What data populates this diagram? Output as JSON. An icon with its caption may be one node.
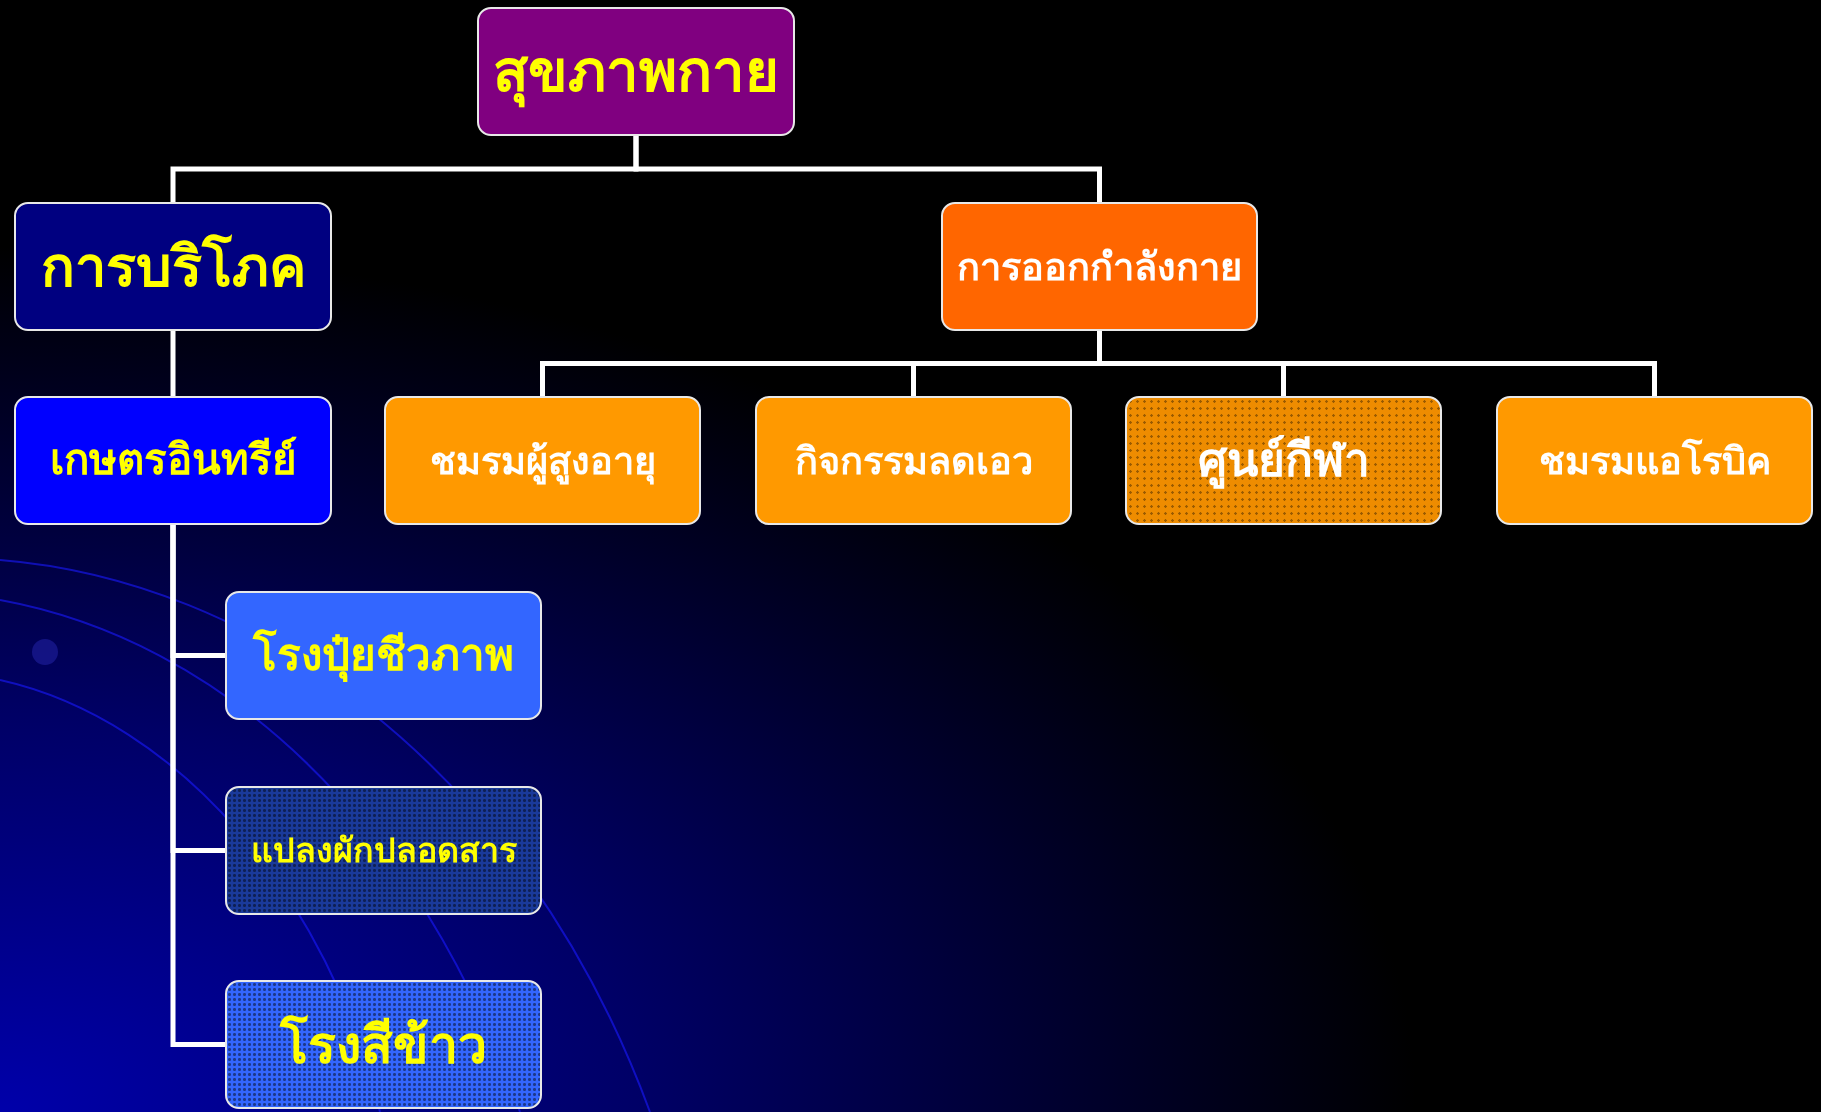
{
  "diagram": {
    "nodes": [
      {
        "text": [
          "สุขภาพกาย"
        ]
      },
      {
        "text": [
          "การบริโภค"
        ]
      },
      {
        "text": [
          "การออกกำลังกาย"
        ]
      },
      {
        "text": [
          "เกษตรอินทรีย์"
        ]
      },
      {
        "text": [
          "ชมรมผู้สูงอายุ"
        ]
      },
      {
        "text": [
          "กิจกรรมลดเอว"
        ]
      },
      {
        "text": [
          "ศูนย์กีฬา"
        ]
      },
      {
        "text": [
          "ชมรมแอโรบิค"
        ]
      },
      {
        "text": [
          "โรงปุ๋ยชีวภาพ"
        ]
      },
      {
        "text": [
          "แปลงผักปลอดสาร"
        ]
      },
      {
        "text": [
          "โรงสีข้าว"
        ]
      }
    ],
    "edges": [
      {
        "from": 0,
        "to": 1,
        "arrow": "none"
      },
      {
        "from": 0,
        "to": 2,
        "arrow": "none"
      },
      {
        "from": 1,
        "to": 3,
        "arrow": "none"
      },
      {
        "from": 2,
        "to": 4,
        "arrow": "none"
      },
      {
        "from": 2,
        "to": 5,
        "arrow": "none"
      },
      {
        "from": 2,
        "to": 6,
        "arrow": "none"
      },
      {
        "from": 2,
        "to": 7,
        "arrow": "none"
      },
      {
        "from": 3,
        "to": 8,
        "arrow": "none"
      },
      {
        "from": 3,
        "to": 9,
        "arrow": "none"
      },
      {
        "from": 3,
        "to": 10,
        "arrow": "none"
      }
    ]
  }
}
